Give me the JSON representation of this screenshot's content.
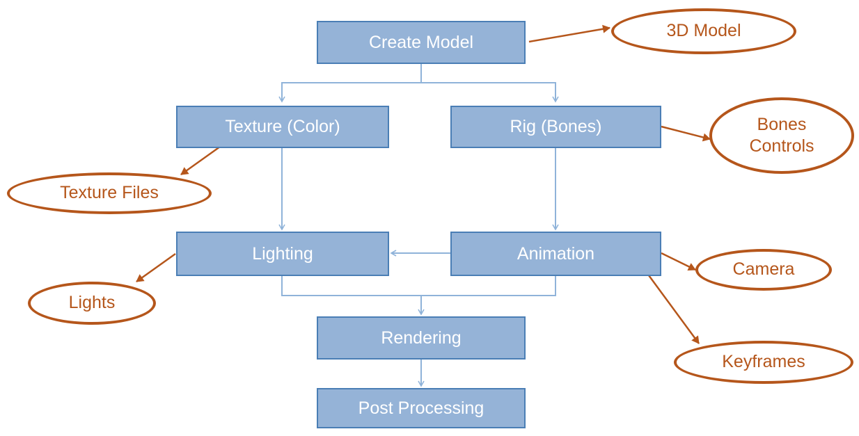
{
  "process_steps": {
    "create_model": "Create Model",
    "texture": "Texture (Color)",
    "rig": "Rig (Bones)",
    "lighting": "Lighting",
    "animation": "Animation",
    "rendering": "Rendering",
    "post_processing": "Post Processing"
  },
  "outputs": {
    "model_3d": "3D Model",
    "bones_controls_line1": "Bones",
    "bones_controls_line2": "Controls",
    "texture_files": "Texture Files",
    "lights": "Lights",
    "camera": "Camera",
    "keyframes": "Keyframes"
  },
  "colors": {
    "box_fill": "#95b3d7",
    "box_border": "#4a7eb5",
    "flow_line": "#8fb3d9",
    "output_accent": "#b5561b"
  }
}
